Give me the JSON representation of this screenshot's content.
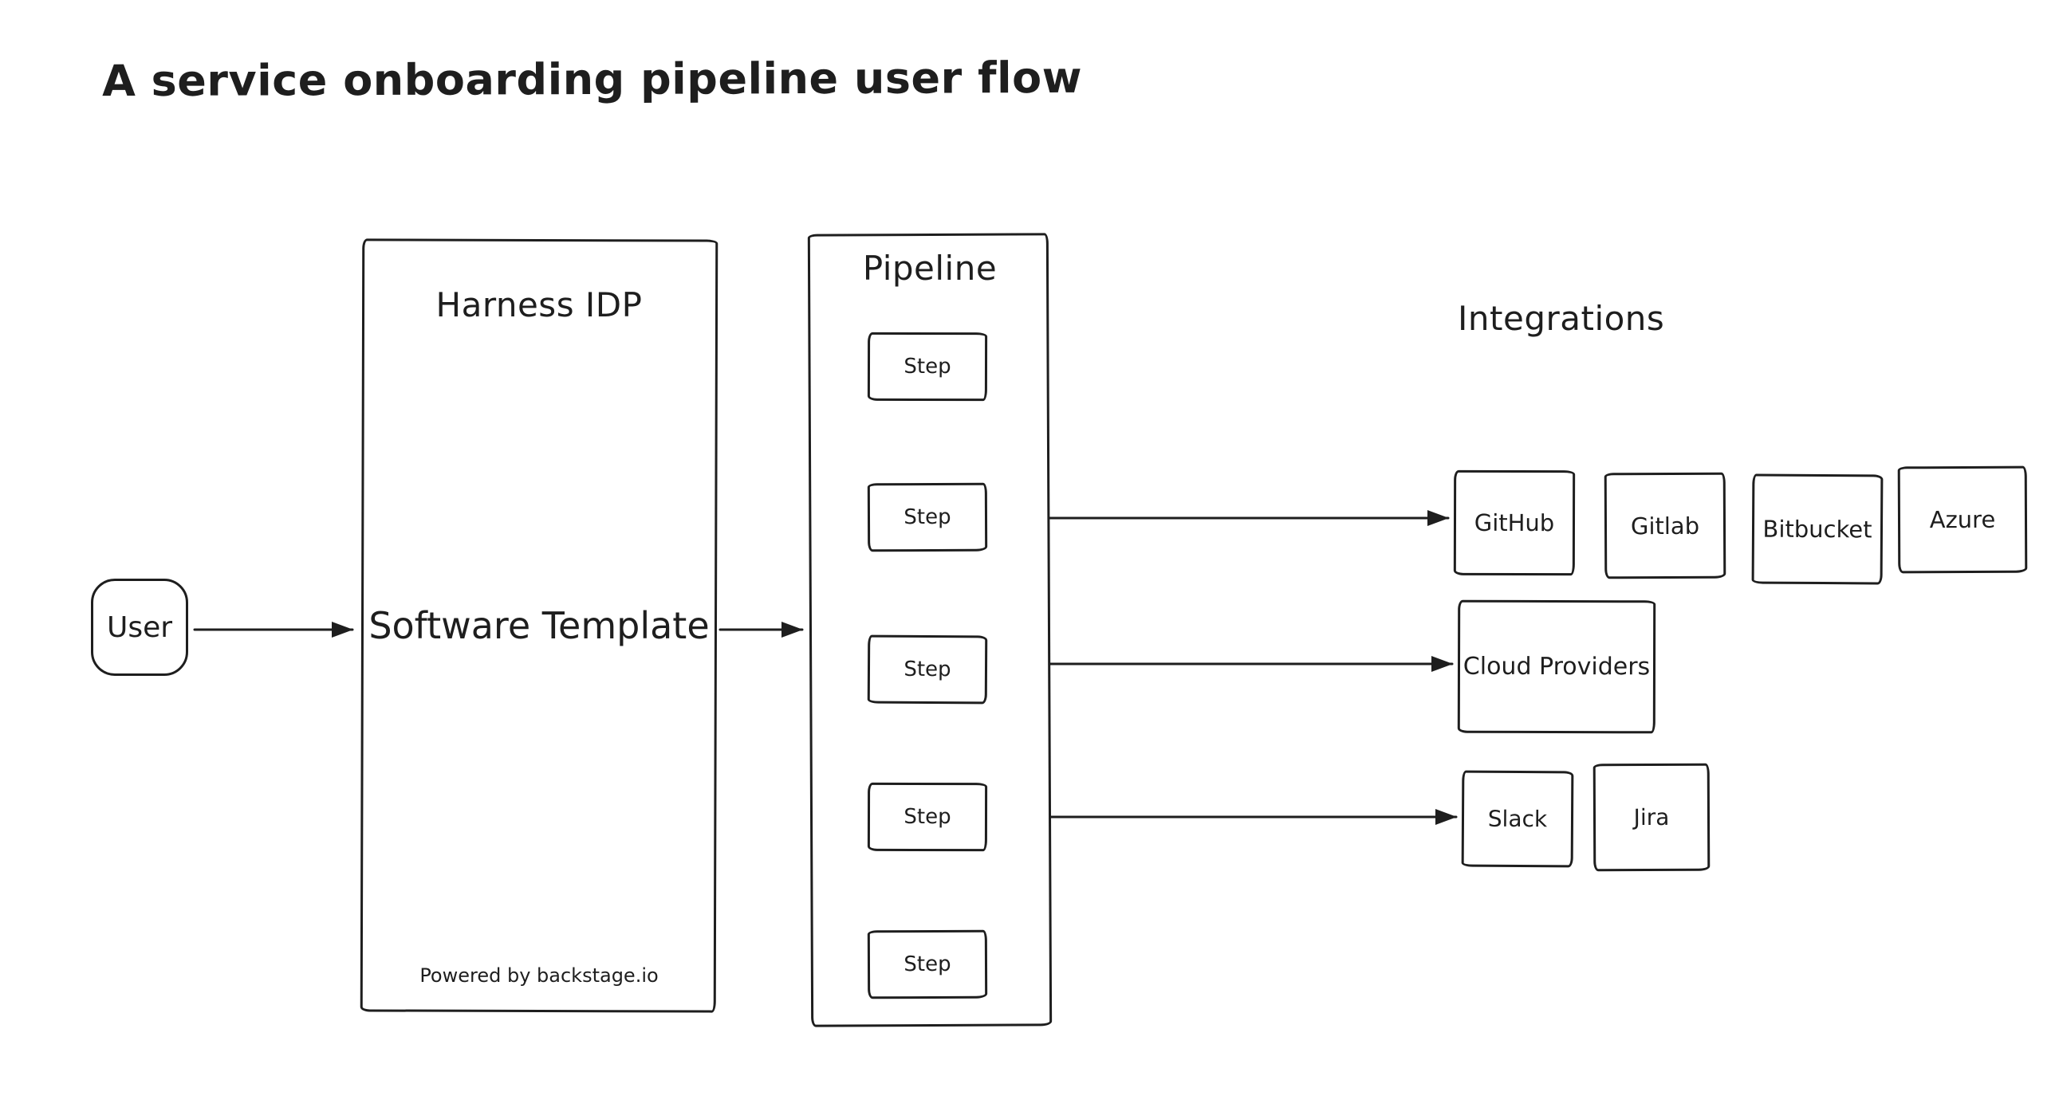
{
  "title": "A service onboarding pipeline user flow",
  "user": {
    "label": "User"
  },
  "harness": {
    "title": "Harness IDP",
    "label": "Software Template",
    "footer": "Powered by backstage.io"
  },
  "pipeline": {
    "title": "Pipeline",
    "steps": [
      "Step",
      "Step",
      "Step",
      "Step",
      "Step"
    ]
  },
  "integrations": {
    "title": "Integrations",
    "scm": [
      "GitHub",
      "Gitlab",
      "Bitbucket",
      "Azure"
    ],
    "cloud": [
      "Cloud Providers"
    ],
    "collab": [
      "Slack",
      "Jira"
    ]
  },
  "colors": {
    "stroke": "#1e1e1e",
    "background": "#ffffff"
  }
}
